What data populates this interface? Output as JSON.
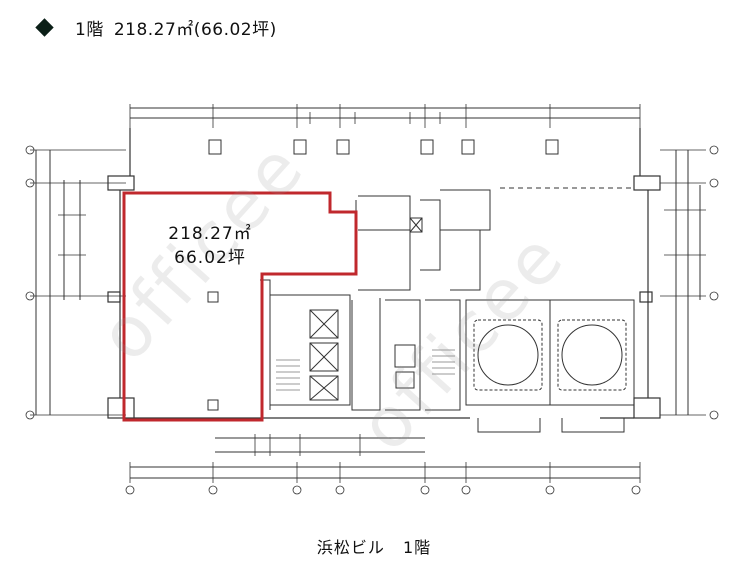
{
  "header": {
    "floor": "1階",
    "area": "218.27㎡(66.02坪)"
  },
  "unit": {
    "area_m2": "218.27㎡",
    "area_tsubo": "66.02坪"
  },
  "caption": {
    "building": "浜松ビル",
    "floor": "1階"
  },
  "watermark": "officee",
  "colors": {
    "line": "#333333",
    "highlight": "#c0282d",
    "bullet": "#0b1f17"
  }
}
